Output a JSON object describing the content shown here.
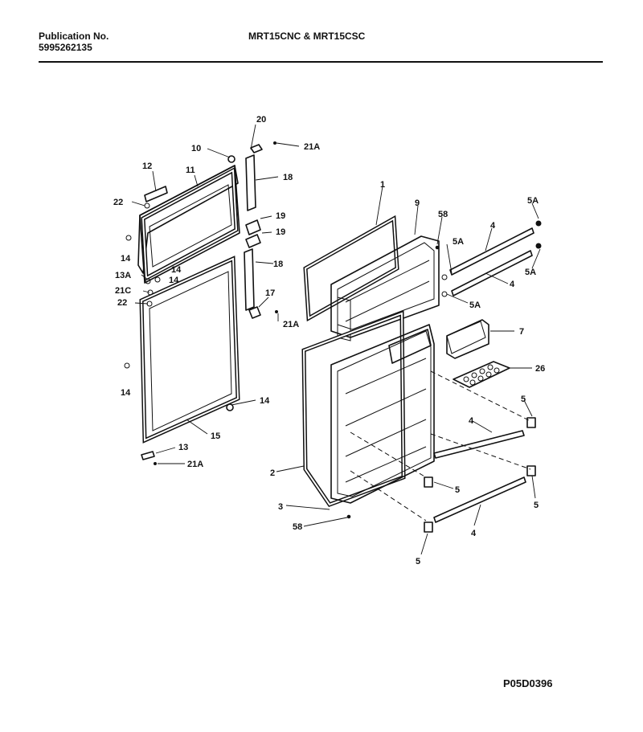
{
  "header": {
    "publication_label": "Publication No.",
    "publication_number": "5995262135",
    "model_numbers": "MRT15CNC & MRT15CSC"
  },
  "footer": {
    "diagram_id": "P05D0396"
  },
  "callouts": {
    "c20": "20",
    "c21a_top": "21A",
    "c10": "10",
    "c12": "12",
    "c11": "11",
    "c18_top": "18",
    "c22_top": "22",
    "c19_a": "19",
    "c19_b": "19",
    "c14_a": "14",
    "c13a": "13A",
    "c14_b": "14",
    "c14_c": "14",
    "c21c": "21C",
    "c22_b": "22",
    "c18_b": "18",
    "c17": "17",
    "c21a_mid": "21A",
    "c14_d": "14",
    "c14_e": "14",
    "c15": "15",
    "c13": "13",
    "c21a_bot": "21A",
    "c1": "1",
    "c9": "9",
    "c58_top": "58",
    "c5a_a": "5A",
    "c4_a": "4",
    "c5a_b": "5A",
    "c5a_c": "5A",
    "c4_b": "4",
    "c5a_d": "5A",
    "c7": "7",
    "c26": "26",
    "c5_a": "5",
    "c2": "2",
    "c4_c": "4",
    "c5_b": "5",
    "c3": "3",
    "c5_c": "5",
    "c58_bot": "58",
    "c4_d": "4",
    "c5_d": "5"
  }
}
